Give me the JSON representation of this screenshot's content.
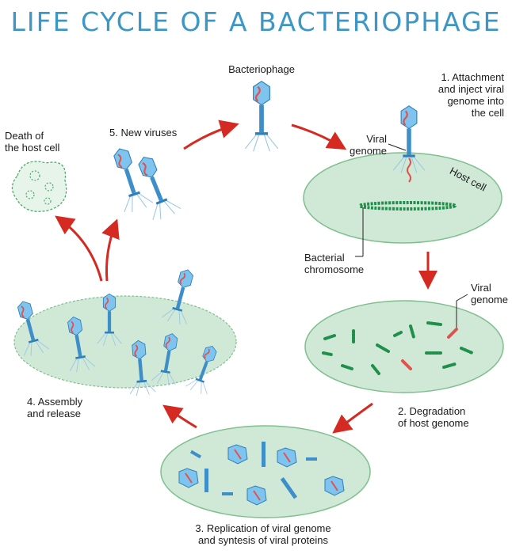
{
  "title": "LIFE CYCLE OF A BACTERIOPHAGE",
  "labels": {
    "bacteriophage": "Bacteriophage",
    "step1_line1": "1. Attachment",
    "step1_line2": "and inject viral",
    "step1_line3": "genome into",
    "step1_line4": "the cell",
    "viral_genome_1_line1": "Viral",
    "viral_genome_1_line2": "genome",
    "host_cell": "Host cell",
    "bacterial_chromosome_line1": "Bacterial",
    "bacterial_chromosome_line2": "chromosome",
    "viral_genome_2_line1": "Viral",
    "viral_genome_2_line2": "genome",
    "step2_line1": "2. Degradation",
    "step2_line2": "of host genome",
    "step3_line1": "3. Replication of viral genome",
    "step3_line2": "and syntesis of viral proteins",
    "step4_line1": "4. Assembly",
    "step4_line2": "and release",
    "step5": "5. New viruses",
    "death_line1": "Death of",
    "death_line2": "the host cell"
  },
  "colors": {
    "title": "#3d96c4",
    "cell_fill": "#cfe9d6",
    "cell_stroke": "#7fbf8e",
    "arrow": "#d42a22",
    "phage_blue": "#3d8ec9",
    "chromosome": "#1f8f4a",
    "viral_dna": "#e0524d"
  }
}
